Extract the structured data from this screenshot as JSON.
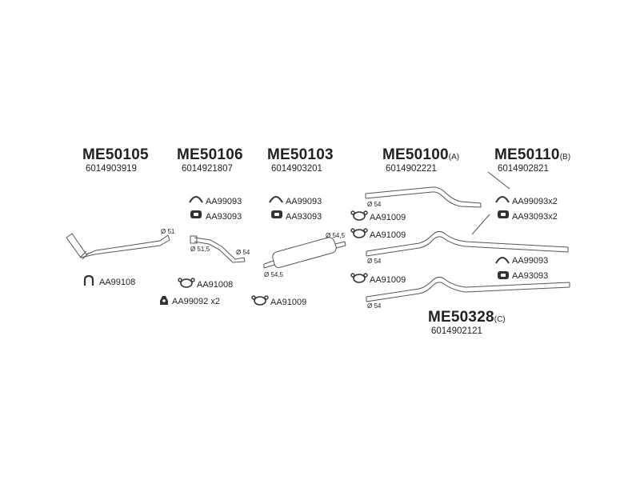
{
  "groups": [
    {
      "code": "ME50105",
      "suffix": "",
      "oem": "6014903919"
    },
    {
      "code": "ME50106",
      "suffix": "",
      "oem": "6014921807"
    },
    {
      "code": "ME50103",
      "suffix": "",
      "oem": "6014903201"
    },
    {
      "code": "ME50100",
      "suffix": "(A)",
      "oem": "6014902221"
    },
    {
      "code": "ME50110",
      "suffix": "(B)",
      "oem": "6014902821"
    },
    {
      "code": "ME50328",
      "suffix": "(C)",
      "oem": "6014902121"
    }
  ],
  "parts": {
    "p1": "AA99108",
    "p2_hanger": "AA99093",
    "p2_rubber": "AA93093",
    "p2_clamp": "AA91008",
    "p2_bracket": "AA99092 x2",
    "p3_hanger": "AA99093",
    "p3_rubber": "AA93093",
    "p3_clamp": "AA91009",
    "p4_clamp_a": "AA91009",
    "p4_clamp_b": "AA91009",
    "p4_clamp_c": "AA91009",
    "p5_hanger": "AA99093x2",
    "p5_rubber": "AA93093x2",
    "p6_hanger": "AA99093",
    "p6_rubber": "AA93093"
  },
  "diameters": {
    "d1": "Ø 51",
    "d2a": "Ø 51,5",
    "d2b": "Ø 54",
    "d3a": "Ø 54,5",
    "d3b": "Ø 54,5",
    "d4a": "Ø 54",
    "d4b": "Ø 54",
    "d4c": "Ø 54"
  },
  "icons": {
    "hanger": "arch-hanger-icon",
    "rubber": "rubber-mount-icon",
    "clamp": "pipe-clamp-icon",
    "ubolt": "u-bolt-icon",
    "bracket": "bracket-icon"
  },
  "colors": {
    "line": "#444444",
    "text": "#222222",
    "fill_dark": "#333333"
  }
}
